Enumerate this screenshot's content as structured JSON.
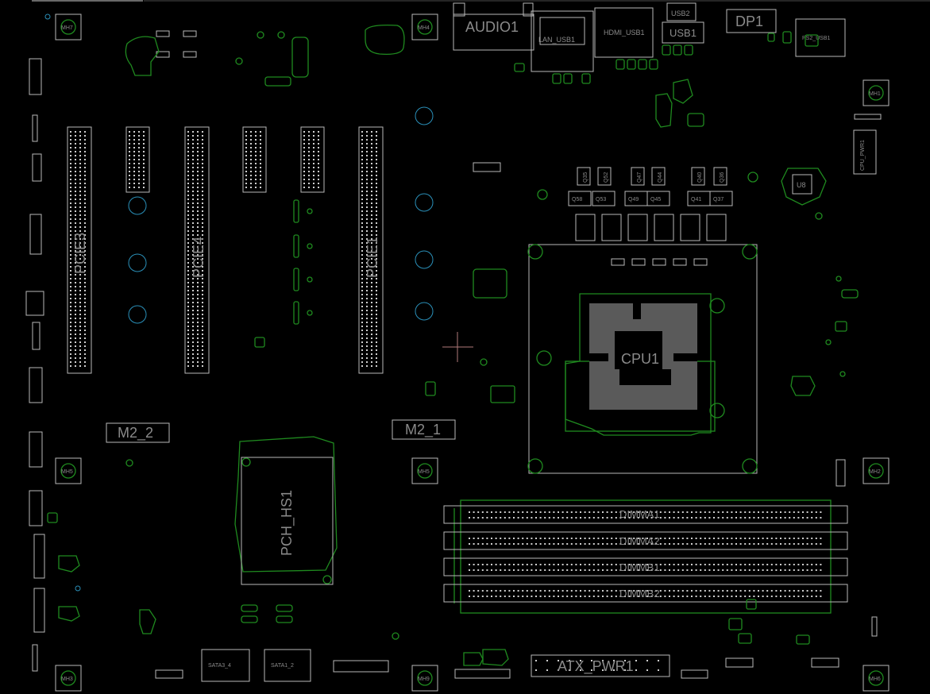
{
  "labels": {
    "audio": "AUDIO1",
    "lan": "LAN_USB1",
    "hdmi": "HDMI_USB1",
    "usb2": "USB2",
    "usb1": "USB1",
    "dp1": "DP1",
    "ps2": "PS2_USB1",
    "cpu": "CPU1",
    "u8": "U8",
    "cpu_pwr": "CPU_PWR1",
    "pcie1": "PCIE1",
    "pcie3": "PCIE3",
    "pcie4": "PCIE4",
    "m2_2": "M2_2",
    "m2_1": "M2_1",
    "pch": "PCH_HS1",
    "dimm_a1": "DIMMA1",
    "dimm_a2": "DIMMA2",
    "dimm_b1": "DIMMB1",
    "dimm_b2": "DIMMB2",
    "atx": "ATX_PWR1",
    "sata3_4": "SATA3_4",
    "sata1_2": "SATA1_2",
    "mh": [
      "MH7",
      "MH4",
      "MH1",
      "MH5",
      "MH5",
      "MH2",
      "MH3",
      "MH9",
      "MH6"
    ],
    "q_top": [
      "Q35",
      "Q52",
      "Q47",
      "Q44",
      "Q40",
      "Q36"
    ],
    "q_bot": [
      "Q58",
      "Q53",
      "Q49",
      "Q45",
      "Q41",
      "Q37"
    ]
  },
  "colors": {
    "background": "#000000",
    "outline": "#b9b9b9",
    "silkscreen": "#1f8a1f",
    "mount_hole": "#2a8fb8",
    "label": "#8a8a8a"
  }
}
